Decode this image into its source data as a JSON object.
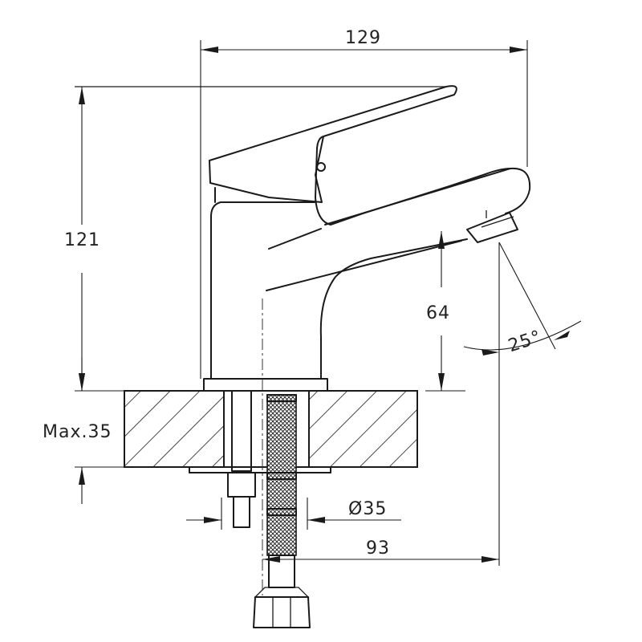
{
  "dimensions": {
    "total_width": "129",
    "total_height": "121",
    "spout_height": "64",
    "spout_angle": "25°",
    "max_thickness": "Max.35",
    "hole_diameter": "Ø35",
    "spout_reach": "93"
  },
  "colors": {
    "line": "#1a1a1a",
    "background": "#ffffff"
  }
}
